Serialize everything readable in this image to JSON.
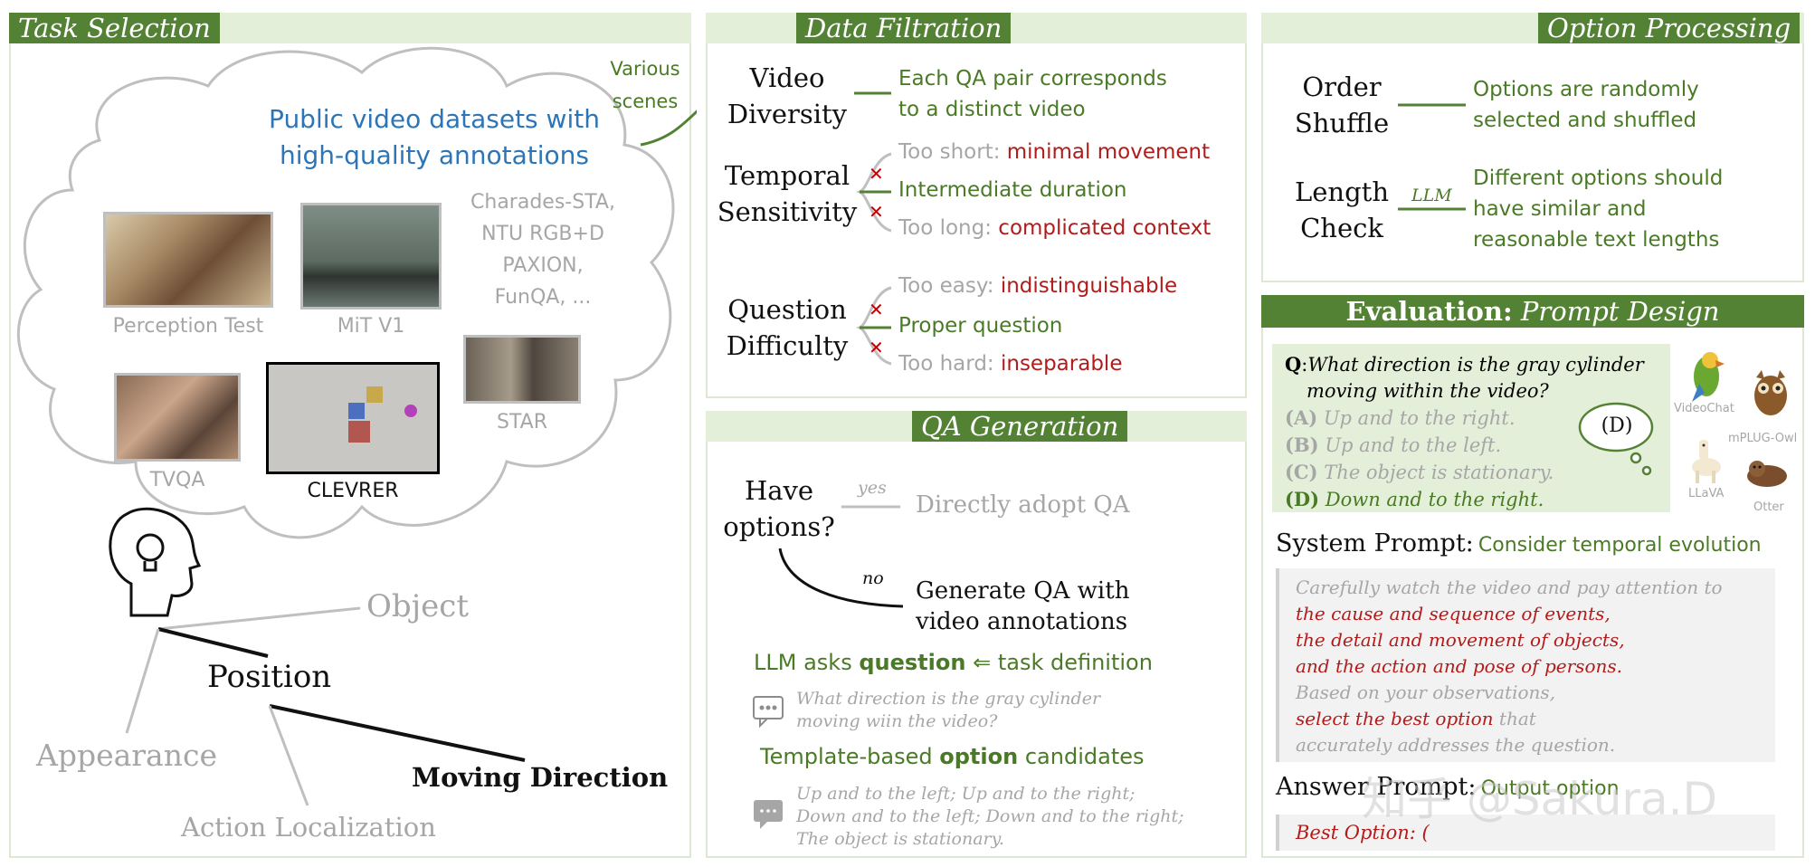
{
  "task_selection": {
    "header": "Task Selection",
    "cloud_title_line1": "Public video datasets with",
    "cloud_title_line2": "high-quality annotations",
    "various_scenes_line1": "Various",
    "various_scenes_line2": "scenes",
    "datasets": {
      "perception_test": "Perception Test",
      "mit_v1": "MiT V1",
      "others_line1": "Charades-STA,",
      "others_line2": "NTU RGB+D",
      "others_line3": "PAXION,",
      "others_line4": "FunQA, ...",
      "tvqa": "TVQA",
      "clevrer": "CLEVRER",
      "star": "STAR"
    },
    "tree": {
      "object": "Object",
      "position": "Position",
      "appearance": "Appearance",
      "moving_direction": "Moving Direction",
      "action_localization": "Action Localization"
    }
  },
  "data_filtration": {
    "header": "Data Filtration",
    "video_diversity_line1": "Video",
    "video_diversity_line2": "Diversity",
    "video_diversity_desc_line1": "Each QA pair corresponds",
    "video_diversity_desc_line2": "to a distinct video",
    "temporal_line1": "Temporal",
    "temporal_line2": "Sensitivity",
    "too_short_label": "Too short:",
    "too_short_value": "minimal movement",
    "intermediate": "Intermediate duration",
    "too_long_label": "Too long:",
    "too_long_value": "complicated context",
    "question_line1": "Question",
    "question_line2": "Difficulty",
    "too_easy_label": "Too easy:",
    "too_easy_value": "indistinguishable",
    "proper": "Proper question",
    "too_hard_label": "Too hard:",
    "too_hard_value": "inseparable"
  },
  "qa_generation": {
    "header": "QA Generation",
    "have_options_line1": "Have",
    "have_options_line2": "options?",
    "yes": "yes",
    "no": "no",
    "directly_adopt": "Directly adopt QA",
    "generate_line1": "Generate QA with",
    "generate_line2": "video annotations",
    "llm_asks_prefix": "LLM asks",
    "llm_asks_bold": "question",
    "llm_asks_suffix": "⇐ task definition",
    "example_q_line1": "What direction is the  gray cylinder",
    "example_q_line2": "moving wiin the video?",
    "template_prefix": "Template-based",
    "template_bold": "option",
    "template_suffix": "candidates",
    "options_line1": "Up and to the left;  Up and to the right;",
    "options_line2": "Down and to the left;  Down and to the right;",
    "options_line3": "The object is stationary."
  },
  "option_processing": {
    "header": "Option Processing",
    "order_line1": "Order",
    "order_line2": "Shuffle",
    "order_desc_line1": "Options are randomly",
    "order_desc_line2": "selected and shuffled",
    "length_line1": "Length",
    "length_line2": "Check",
    "llm_tag": "LLM",
    "length_desc_line1": "Different options should",
    "length_desc_line2": "have similar and",
    "length_desc_line3": "reasonable text lengths"
  },
  "evaluation": {
    "header_bold": "Evaluation:",
    "header_italic": "Prompt Design",
    "q_label": "Q",
    "q_text_line1": "What direction is the gray cylinder",
    "q_text_line2": "moving within the video?",
    "opt_a_letter": "(A)",
    "opt_a_text": "Up and to the right.",
    "opt_b_letter": "(B)",
    "opt_b_text": "Up and to the left.",
    "opt_c_letter": "(C)",
    "opt_c_text": "The object is stationary.",
    "opt_d_letter": "(D)",
    "opt_d_text": "Down and to the right.",
    "thought": "(D)",
    "models": {
      "videochat": "VideoChat",
      "mplug_owl": "mPLUG-Owl",
      "llava": "LLaVA",
      "otter": "Otter"
    },
    "system_prompt_label": "System Prompt:",
    "system_prompt_note": "Consider temporal evolution",
    "sys_line1": "Carefully watch the video and pay attention to",
    "sys_line2": "the cause and sequence of events,",
    "sys_line3": "the detail and movement of objects,",
    "sys_line4": "and the action and pose of persons.",
    "sys_line5": "Based on your observations,",
    "sys_line6_red": "select the best option",
    "sys_line6_gray": "that",
    "sys_line7": "accurately addresses the question.",
    "answer_prompt_label": "Answer Prompt:",
    "answer_prompt_note": "Output option",
    "best_option": "Best Option: ("
  },
  "watermark": "知乎 @Sakura.D",
  "colors": {
    "header_green": "#548235",
    "header_band": "#e3efd9",
    "text_green": "#4a7a26",
    "text_red": "#b31b1b",
    "text_gray": "#a6a6a6",
    "text_blue": "#2e75b6"
  }
}
